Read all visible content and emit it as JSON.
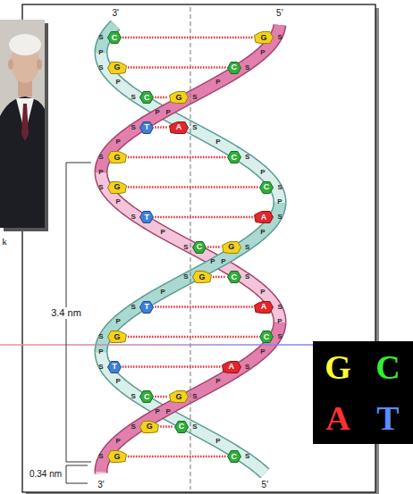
{
  "diagram": {
    "nodes": [
      {
        "text": [
          "C"
        ]
      },
      {
        "text": [
          "G"
        ]
      },
      {
        "text": [
          "G"
        ]
      },
      {
        "text": [
          "C"
        ]
      },
      {
        "text": [
          "C"
        ]
      },
      {
        "text": [
          "G"
        ]
      },
      {
        "text": [
          "T"
        ]
      },
      {
        "text": [
          "A"
        ]
      },
      {
        "text": [
          "G"
        ]
      },
      {
        "text": [
          "C"
        ]
      },
      {
        "text": [
          "G"
        ]
      },
      {
        "text": [
          "C"
        ]
      },
      {
        "text": [
          "T"
        ]
      },
      {
        "text": [
          "A"
        ]
      },
      {
        "text": [
          "C"
        ]
      },
      {
        "text": [
          "G"
        ]
      },
      {
        "text": [
          "G"
        ]
      },
      {
        "text": [
          "C"
        ]
      },
      {
        "text": [
          "T"
        ]
      },
      {
        "text": [
          "A"
        ]
      },
      {
        "text": [
          "G"
        ]
      },
      {
        "text": [
          "C"
        ]
      },
      {
        "text": [
          "T"
        ]
      },
      {
        "text": [
          "A"
        ]
      },
      {
        "text": [
          "C"
        ]
      },
      {
        "text": [
          "G"
        ]
      },
      {
        "text": [
          "G"
        ]
      },
      {
        "text": [
          "C"
        ]
      },
      {
        "text": [
          "G"
        ]
      },
      {
        "text": [
          "C"
        ]
      },
      {
        "text": [
          "G",
          "C",
          "A",
          "T"
        ]
      }
    ],
    "edges": [
      {
        "from": 0,
        "to": 1,
        "arrow": "none"
      },
      {
        "from": 2,
        "to": 3,
        "arrow": "none"
      },
      {
        "from": 4,
        "to": 5,
        "arrow": "none"
      },
      {
        "from": 6,
        "to": 7,
        "arrow": "none"
      },
      {
        "from": 8,
        "to": 9,
        "arrow": "none"
      },
      {
        "from": 10,
        "to": 11,
        "arrow": "none"
      },
      {
        "from": 12,
        "to": 13,
        "arrow": "none"
      },
      {
        "from": 14,
        "to": 15,
        "arrow": "none"
      },
      {
        "from": 16,
        "to": 17,
        "arrow": "none"
      },
      {
        "from": 18,
        "to": 19,
        "arrow": "none"
      },
      {
        "from": 20,
        "to": 21,
        "arrow": "none"
      },
      {
        "from": 22,
        "to": 23,
        "arrow": "none"
      },
      {
        "from": 24,
        "to": 25,
        "arrow": "none"
      },
      {
        "from": 26,
        "to": 27,
        "arrow": "none"
      },
      {
        "from": 28,
        "to": 29,
        "arrow": "none"
      }
    ],
    "labels": [
      "3'",
      "5'",
      "k",
      "3.4 nm",
      "0.34 nm",
      "3'",
      "5'",
      "S",
      "S",
      "P",
      "P",
      "S",
      "S",
      "P",
      "P",
      "S",
      "S",
      "P",
      "P",
      "S",
      "S",
      "P",
      "P",
      "S",
      "S",
      "P",
      "P",
      "S",
      "S",
      "P",
      "P",
      "S",
      "S",
      "P",
      "P",
      "S",
      "S",
      "P",
      "P",
      "S",
      "S",
      "P",
      "P",
      "S",
      "S",
      "P",
      "P",
      "S",
      "S",
      "P",
      "P",
      "S",
      "S",
      "P",
      "P",
      "S",
      "S",
      "P",
      "P",
      "S",
      "S",
      "P",
      "P",
      "S",
      "S"
    ]
  }
}
